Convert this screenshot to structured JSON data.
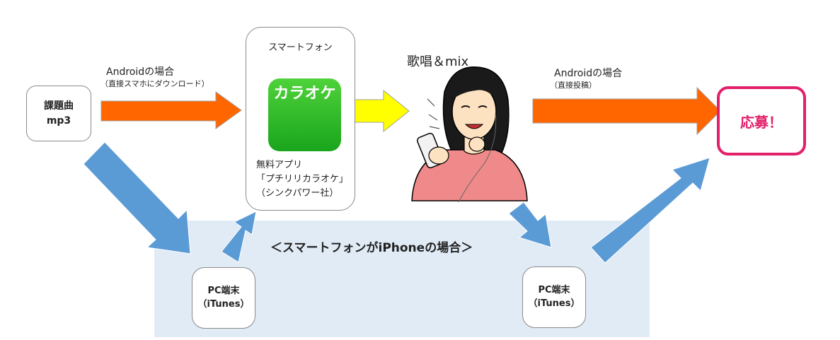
{
  "source": {
    "line1": "課題曲",
    "line2": "mp3"
  },
  "android_left": {
    "label": "Androidの場合",
    "sub": "（直接スマホにダウンロード）"
  },
  "smartphone": {
    "title": "スマートフォン",
    "app_icon_text": "カラオケ",
    "desc_line1": "無料アプリ",
    "desc_line2": "「プチリリカラオケ」",
    "desc_line3": "（シンクパワー社）"
  },
  "singing": "歌唱＆mix",
  "android_right": {
    "label": "Androidの場合",
    "sub": "（直接投稿）"
  },
  "apply": "応募！",
  "iphone_label": "＜スマートフォンがiPhoneの場合＞",
  "pc_left": {
    "line1": "PC端末",
    "line2": "（iTunes）"
  },
  "pc_right": {
    "line1": "PC端末",
    "line2": "（iTunes）"
  },
  "colors": {
    "orange_arrow": "#ff6600",
    "yellow_arrow": "#ffff00",
    "blue_arrow": "#5b9bd5",
    "shaded_region": "#e1ebf6",
    "apply_border": "#e3206b",
    "app_green": "#2fbf2a"
  }
}
